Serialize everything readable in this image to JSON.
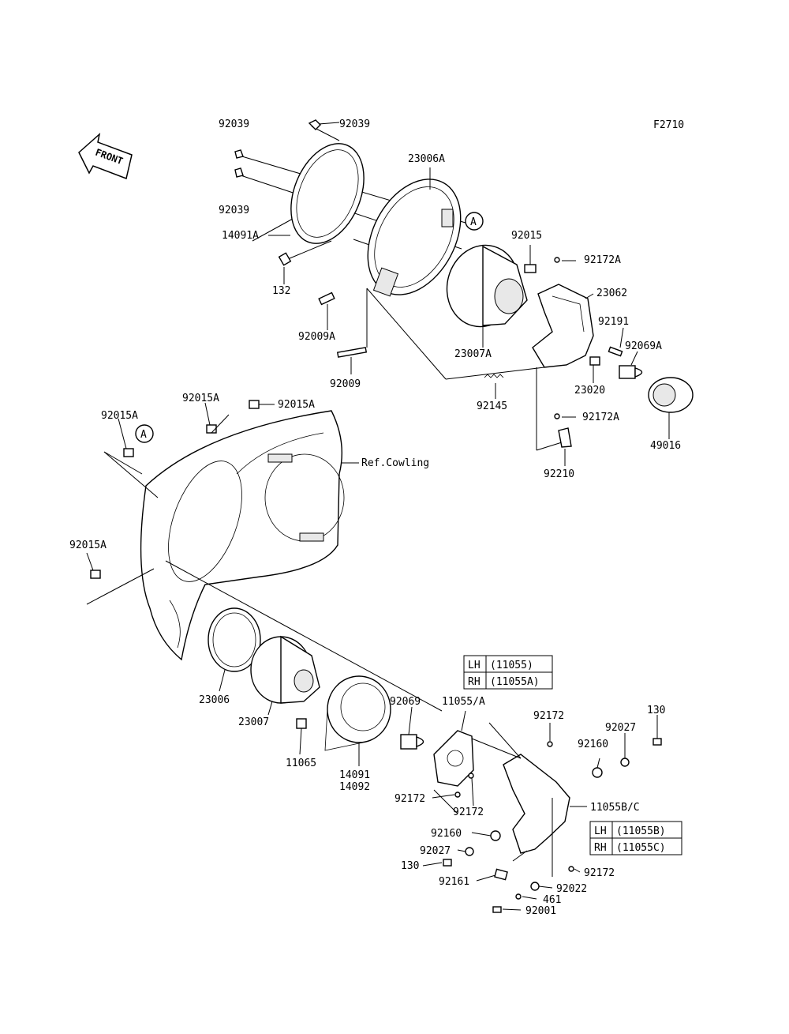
{
  "figure_code": "F2710",
  "front_label": "FRONT",
  "circle_ref": "A",
  "ref_cowling": "Ref.Cowling",
  "parts": {
    "p92039_a": "92039",
    "p92039_b": "92039",
    "p92039_c": "92039",
    "p23006A": "23006A",
    "p14091A": "14091A",
    "p132": "132",
    "p92009A": "92009A",
    "p92009": "92009",
    "p92015": "92015",
    "p92172A_top": "92172A",
    "p23062": "23062",
    "p92191": "92191",
    "p92069A": "92069A",
    "p23007A": "23007A",
    "p23020": "23020",
    "p92145": "92145",
    "p92172A_bot": "92172A",
    "p49016": "49016",
    "p92210": "92210",
    "p92015A_1": "92015A",
    "p92015A_2": "92015A",
    "p92015A_3": "92015A",
    "p92015A_4": "92015A",
    "p23006": "23006",
    "p23007": "23007",
    "p11065": "11065",
    "p14091": "14091",
    "p14092": "14092",
    "p92069": "92069",
    "p11055A": "11055/A",
    "p92172_a": "92172",
    "p92172_b": "92172",
    "p92172_c": "92172",
    "p92172_d": "92172",
    "p130_a": "130",
    "p92027_a": "92027",
    "p92160_a": "92160",
    "p11055BC": "11055B/C",
    "p92160_b": "92160",
    "p92027_b": "92027",
    "p130_b": "130",
    "p92161": "92161",
    "p92022": "92022",
    "p461": "461",
    "p92001": "92001"
  },
  "table1": [
    {
      "side": "LH",
      "code": "(11055)"
    },
    {
      "side": "RH",
      "code": "(11055A)"
    }
  ],
  "table2": [
    {
      "side": "LH",
      "code": "(11055B)"
    },
    {
      "side": "RH",
      "code": "(11055C)"
    }
  ]
}
